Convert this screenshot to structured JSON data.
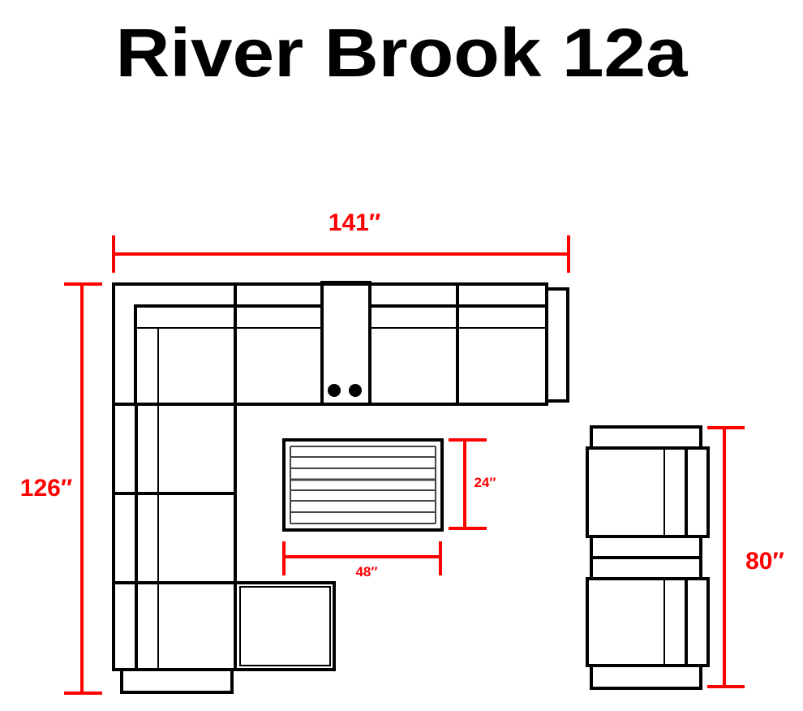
{
  "title": "River Brook 12a",
  "dimensions": {
    "sectional_width": "141″",
    "sectional_depth": "126″",
    "table_width": "48″",
    "table_depth": "24″",
    "chairs_span": "80″"
  },
  "colors": {
    "line": "#000000",
    "dimension": "#ff0000",
    "background": "#ffffff"
  }
}
